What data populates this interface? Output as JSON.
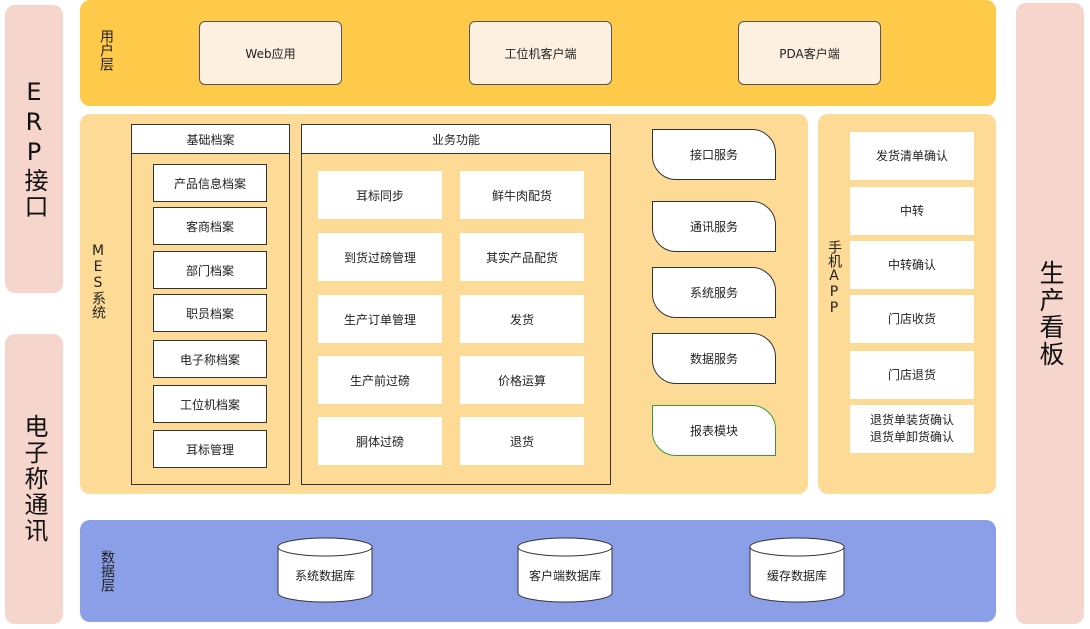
{
  "left_panels": {
    "erp": "ERP接口",
    "scale": "电子称通讯"
  },
  "right_panel": "生产看板",
  "user_layer": {
    "label": "用户层",
    "items": [
      "Web应用",
      "工位机客户端",
      "PDA客户端"
    ]
  },
  "mes": {
    "label": "MES系统",
    "basic": {
      "title": "基础档案",
      "items": [
        "产品信息档案",
        "客商档案",
        "部门档案",
        "职员档案",
        "电子称档案",
        "工位机档案",
        "耳标管理"
      ]
    },
    "business": {
      "title": "业务功能",
      "items": [
        "耳标同步",
        "鲜牛肉配货",
        "到货过磅管理",
        "其实产品配货",
        "生产订单管理",
        "发货",
        "生产前过磅",
        "价格运算",
        "胴体过磅",
        "退货"
      ]
    },
    "services": [
      "接口服务",
      "通讯服务",
      "系统服务",
      "数据服务",
      "报表模块"
    ]
  },
  "app": {
    "label": "手机APP",
    "items": [
      "发货清单确认",
      "中转",
      "中转确认",
      "门店收货",
      "门店退货"
    ],
    "last_lines": [
      "退货单装货确认",
      "退货单卸货确认"
    ]
  },
  "data_layer": {
    "label": "数据层",
    "items": [
      "系统数据库",
      "客户端数据库",
      "缓存数据库"
    ]
  },
  "colors": {
    "user_band": "#ffc94a",
    "mes_band": "#fddb97",
    "data_band": "#8b9fe8",
    "side_panels": "#f5d5cc",
    "user_box": "#fdf0e0",
    "report_border": "#3a9a3a"
  }
}
